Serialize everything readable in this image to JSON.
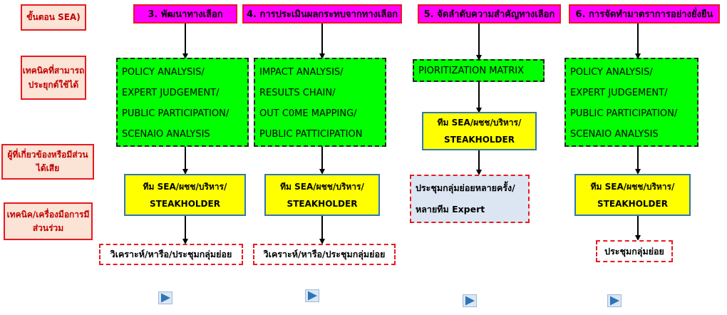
{
  "row_labels": {
    "step": "ขั้นตอน SEA)",
    "techniques": [
      "เทคนิคที่สามารถ",
      "ประยุกต์ใช้ได้"
    ],
    "stakeholders": [
      "ผู้ที่เกี่ยวข้องหรือมีส่วน",
      "ได้เสีย"
    ],
    "participation": [
      "เทคนิค/เครื่องมือการมี",
      "ส่วนร่วม"
    ]
  },
  "columns": [
    {
      "stage": "3. พัฒนาทางเลือก",
      "techniques": [
        "POLICY ANALYSIS/",
        "EXPERT JUDGEMENT/",
        "PUBLIC PARTICIPATION/",
        "SCENAIO ANALYSIS"
      ],
      "team": [
        "ทีม SEA/ผชช/บริหาร/",
        "STEAKHOLDER"
      ],
      "tool": [
        "วิเคราะห์/หารือ/ประชุมกลุ่มย่อย"
      ]
    },
    {
      "stage": "4. การประเมินผลกระทบจากทางเลือก",
      "techniques": [
        "IMPACT ANALYSIS/",
        "RESULTS CHAIN/",
        "OUT C0ME MAPPING/",
        "PUBLIC PATTICIPATION"
      ],
      "team": [
        "ทีม SEA/ผชช/บริหาร/",
        "STEAKHOLDER"
      ],
      "tool": [
        "วิเคราะห์/หารือ/ประชุมกลุ่มย่อย"
      ]
    },
    {
      "stage": "5. จัดลำดับความสำคัญทางเลือก",
      "techniques": [
        "PIORITIZATION MATRIX"
      ],
      "team": [
        "ทีม SEA/ผชช/บริหาร/",
        "STEAKHOLDER"
      ],
      "tool": [
        "ประชุมกลุ่มย่อยหลายครั้ง/",
        "หลายทีม Expert"
      ]
    },
    {
      "stage": "6. การจัดทำมาตราการอย่างยั่งยืน",
      "techniques": [
        "POLICY ANALYSIS/",
        "EXPERT JUDGEMENT/",
        "PUBLIC PARTICIPATION/",
        "SCENAIO ANALYSIS"
      ],
      "team": [
        "ทีม SEA/ผชช/บริหาร/",
        "STEAKHOLDER"
      ],
      "tool": [
        "ประชุมกลุ่มย่อย"
      ]
    }
  ],
  "icons": {
    "arrow": "down-arrow-icon",
    "play": "play-button-icon"
  },
  "colors": {
    "stage_fill": "#ff00ff",
    "technique_fill": "#00ff00",
    "team_fill": "#ffff00",
    "team_border": "#2e75b6",
    "label_fill": "#fbe3d6",
    "label_border": "#e8191f",
    "play_fill": "#2e75b6"
  }
}
